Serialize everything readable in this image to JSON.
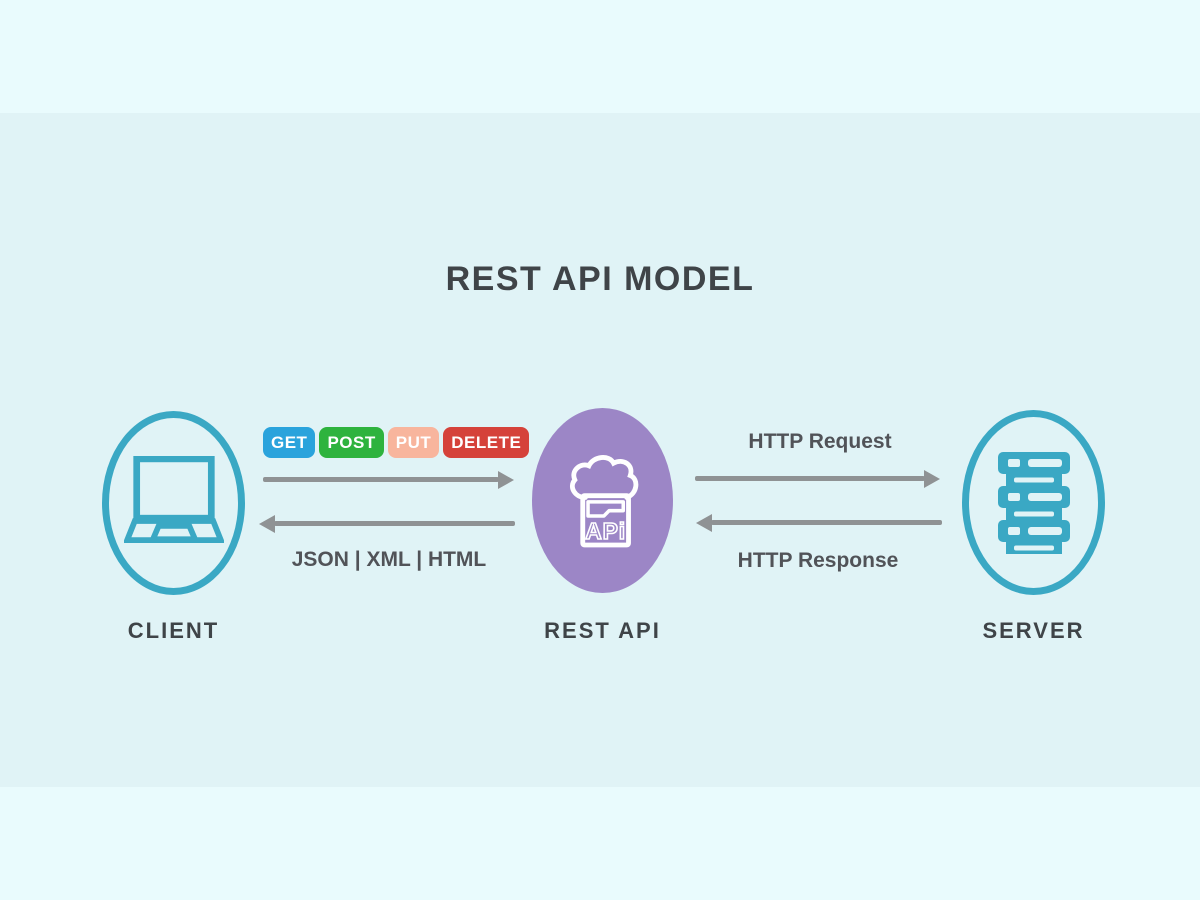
{
  "title": "REST API MODEL",
  "nodes": {
    "client": {
      "label": "CLIENT",
      "icon": "laptop-icon"
    },
    "rest_api": {
      "label": "REST API",
      "icon": "cloud-api-icon",
      "icon_text": "APi"
    },
    "server": {
      "label": "SERVER",
      "icon": "server-rack-icon"
    }
  },
  "methods": [
    {
      "name": "GET"
    },
    {
      "name": "POST"
    },
    {
      "name": "PUT"
    },
    {
      "name": "DELETE"
    }
  ],
  "flows": {
    "request_label": "HTTP Request",
    "response_label": "HTTP Response",
    "formats_label": "JSON | XML | HTML"
  },
  "colors": {
    "background": "#e9fbfd",
    "band": "#e0f3f6",
    "teal": "#3aa8c4",
    "purple": "#9c86c6",
    "arrow": "#8f9294",
    "heading": "#3f4448",
    "flow_text": "#515358",
    "badge_text": "#ffffff",
    "method_get": "#2aa3dc",
    "method_post": "#2eb33e",
    "method_put": "#f8b59d",
    "method_delete": "#d5423a"
  }
}
